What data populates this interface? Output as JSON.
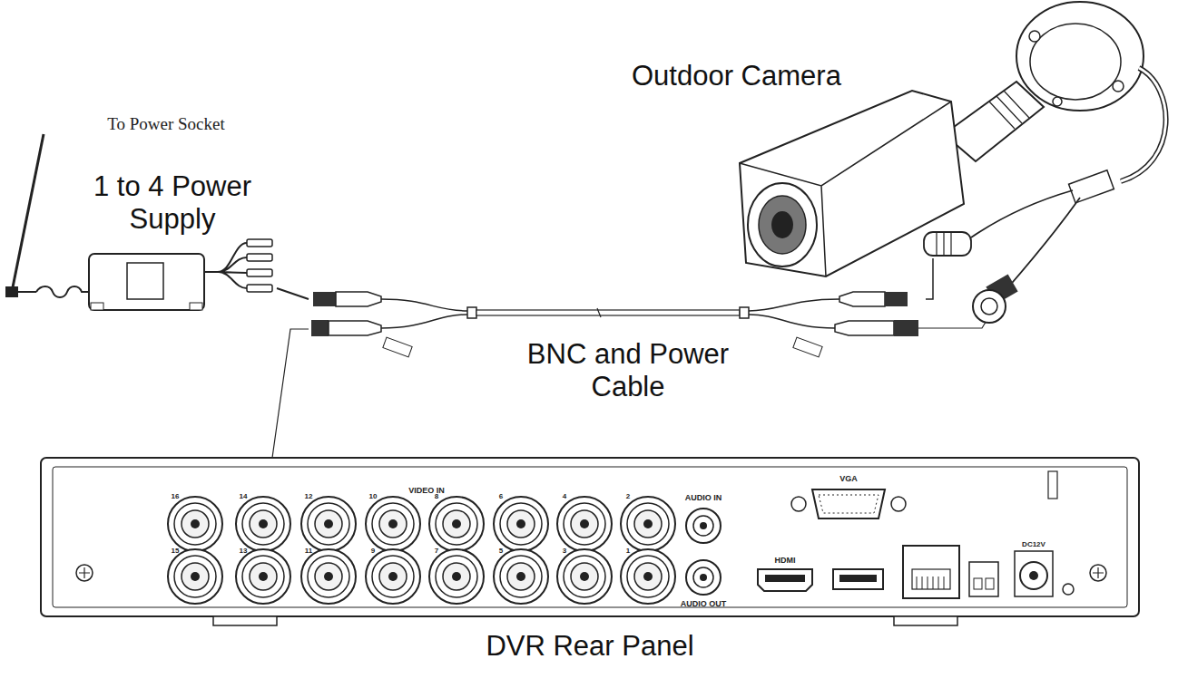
{
  "diagram": {
    "nodes": [
      {
        "text": [
          "Outdoor Camera"
        ]
      },
      {
        "text": [
          "1 to 4 Power Supply"
        ]
      },
      {
        "text": [
          "BNC and Power Cable"
        ]
      },
      {
        "text": [
          "DVR Rear Panel"
        ]
      }
    ],
    "edges": [
      {
        "from": 1,
        "to": 2,
        "arrow": "none"
      },
      {
        "from": 2,
        "to": 0,
        "arrow": "none"
      },
      {
        "from": 2,
        "to": 3,
        "arrow": "none"
      }
    ],
    "labels": [
      "To Power Socket",
      "VIDEO IN",
      "AUDIO IN",
      "AUDIO OUT",
      "VGA",
      "HDMI",
      "DC12V",
      "16",
      "14",
      "12",
      "10",
      "8",
      "6",
      "4",
      "2",
      "15",
      "13",
      "11",
      "9",
      "7",
      "5",
      "3",
      "1"
    ]
  }
}
